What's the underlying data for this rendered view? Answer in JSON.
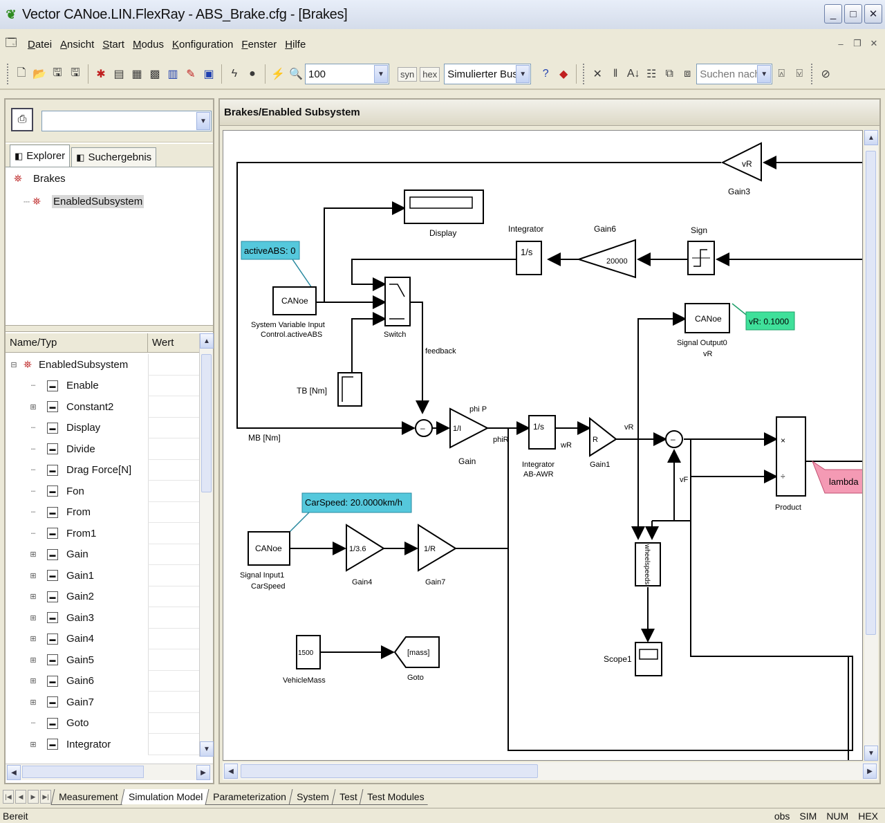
{
  "window": {
    "title": "Vector CANoe.LIN.FlexRay  - ABS_Brake.cfg - [Brakes]"
  },
  "menu": {
    "items": [
      "Datei",
      "Ansicht",
      "Start",
      "Modus",
      "Konfiguration",
      "Fenster",
      "Hilfe"
    ]
  },
  "toolbar": {
    "zoom_value": "100",
    "syn_label": "syn",
    "hex_label": "hex",
    "bus_select": "Simulierter Bus",
    "search_placeholder": "Suchen nach"
  },
  "left_pane": {
    "tabs": [
      "Explorer",
      "Suchergebnis"
    ],
    "tree": [
      "Brakes",
      "EnabledSubsystem"
    ],
    "columns": {
      "name": "Name/Typ",
      "value": "Wert"
    },
    "rows": [
      {
        "label": "EnabledSubsystem",
        "expander": "⊟",
        "indent": 0
      },
      {
        "label": "Enable",
        "expander": "",
        "indent": 1
      },
      {
        "label": "Constant2",
        "expander": "⊞",
        "indent": 1
      },
      {
        "label": "Display",
        "expander": "",
        "indent": 1
      },
      {
        "label": "Divide",
        "expander": "",
        "indent": 1
      },
      {
        "label": "Drag Force[N]",
        "expander": "",
        "indent": 1
      },
      {
        "label": "Fon",
        "expander": "",
        "indent": 1
      },
      {
        "label": "From",
        "expander": "",
        "indent": 1
      },
      {
        "label": "From1",
        "expander": "",
        "indent": 1
      },
      {
        "label": "Gain",
        "expander": "⊞",
        "indent": 1
      },
      {
        "label": "Gain1",
        "expander": "⊞",
        "indent": 1
      },
      {
        "label": "Gain2",
        "expander": "⊞",
        "indent": 1
      },
      {
        "label": "Gain3",
        "expander": "⊞",
        "indent": 1
      },
      {
        "label": "Gain4",
        "expander": "⊞",
        "indent": 1
      },
      {
        "label": "Gain5",
        "expander": "⊞",
        "indent": 1
      },
      {
        "label": "Gain6",
        "expander": "⊞",
        "indent": 1
      },
      {
        "label": "Gain7",
        "expander": "⊞",
        "indent": 1
      },
      {
        "label": "Goto",
        "expander": "",
        "indent": 1
      },
      {
        "label": "Integrator",
        "expander": "⊞",
        "indent": 1
      }
    ]
  },
  "canvas": {
    "breadcrumb": "Brakes/Enabled Subsystem",
    "labels": {
      "gain3": "Gain3",
      "gain3_val": "vR",
      "display": "Display",
      "integrator": "Integrator",
      "gain6": "Gain6",
      "gain6_val": "20000",
      "sign": "Sign",
      "active_abs": "activeABS: 0",
      "canoe_block": "CANoe",
      "sysvar_in": "System Variable Input",
      "sysvar_in2": "Control.activeABS",
      "switch": "Switch",
      "feedback": "feedback",
      "mb": "MB [Nm]",
      "tb": "TB [Nm]",
      "vr_value": "vR: 0.1000",
      "signal_out": "Signal Output0",
      "signal_out2": "vR",
      "phi_p": "phi P",
      "one_over_i": "1/I",
      "gain": "Gain",
      "phi_r": "phiR",
      "int_ab": "Integrator",
      "int_ab2": "AB-AWR",
      "wr": "wR",
      "r_label": "R",
      "gain1": "Gain1",
      "vr_mid": "vR",
      "vf": "vF",
      "product": "Product",
      "lambda": "lambda",
      "carspeed": "CarSpeed: 20.0000km/h",
      "sig_in1": "Signal Input1",
      "sig_in2": "CarSpeed",
      "gain4": "Gain4",
      "gain4_val": "1/3.6",
      "gain7": "Gain7",
      "gain7_val": "1/R",
      "wheelspeeds": "wheelspeeds",
      "scope1": "Scope1",
      "mass": "1500",
      "vehicle_mass": "VehicleMass",
      "goto": "Goto",
      "goto_val": "[mass]",
      "product_x": "×",
      "product_div": "÷",
      "int_1s": "1/s"
    }
  },
  "bottom_tabs": [
    "Measurement",
    "Simulation Model",
    "Parameterization",
    "System",
    "Test",
    "Test Modules"
  ],
  "status": {
    "left": "Bereit",
    "right": [
      "obs",
      "SIM",
      "NUM",
      "HEX"
    ]
  }
}
